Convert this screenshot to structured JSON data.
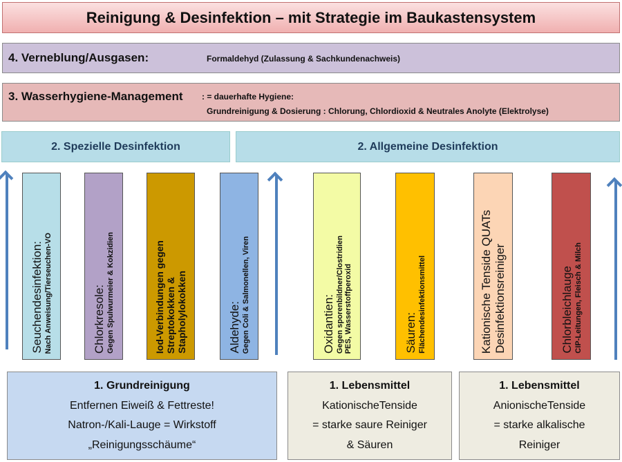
{
  "title": "Reinigung & Desinfektion – mit Strategie im Baukastensystem",
  "level4": {
    "label": "4. Verneblung/Ausgasen:",
    "text": "Formaldehyd (Zulassung & Sachkundenachweis)"
  },
  "level3": {
    "label": "3. Wasserhygiene-Management",
    "suffix": ": = dauerhafte Hygiene:",
    "text": "Grundreinigung & Dosierung : Chlorung, Chlordioxid & Neutrales Anolyte (Elektrolyse)"
  },
  "level2": {
    "special": "2. Spezielle Desinfektion",
    "general": "2. Allgemeine Desinfektion"
  },
  "columns": [
    {
      "title": "Seuchendesinfektion:",
      "lines": [
        "Nach Anweisung/Tierseuchen-VO"
      ],
      "color": "#b7dee8"
    },
    {
      "title": "Chlorkresole:",
      "lines": [
        "Gegen Spulwurmeier & Kokzidien"
      ],
      "color": "#b2a1c7"
    },
    {
      "title": "",
      "lines": [],
      "big": [
        "Iod-Verbindungen gegen",
        "Streptokokken &",
        "Stapholylokokken"
      ],
      "color": "#cc9900"
    },
    {
      "title": "Aldehyde:",
      "lines": [
        "Gegen Coli & Salmonellen, Viren"
      ],
      "color": "#8eb4e3"
    },
    {
      "title": "Oxidantien:",
      "lines": [
        "Gegen sporenbildner/Clostridien",
        "PES, Wasserstoffperoxid"
      ],
      "color": "#f3fba5"
    },
    {
      "title": "Säuren:",
      "lines": [
        "Flächendesinfektionsmittel"
      ],
      "color": "#ffc000"
    },
    {
      "title": "",
      "lines": [],
      "big": [
        "Kationische Tenside QUATs",
        "Desinfektionsreiniger"
      ],
      "color": "#fcd5b5"
    },
    {
      "title": "Chlorbleichlauge",
      "lines": [
        "CIP-Leitungen, Fleisch & Milch"
      ],
      "color": "#c0504d"
    }
  ],
  "bottom": [
    {
      "title": "1. Grundreinigung",
      "lines": [
        "Entfernen Eiweiß & Fettreste!",
        "Natron-/Kali-Lauge = Wirkstoff",
        "„Reinigungsschäume“"
      ],
      "color": "#c6d9f1"
    },
    {
      "title": "1. Lebensmittel",
      "lines": [
        "KationischeTenside",
        "= starke saure Reiniger",
        "& Säuren"
      ],
      "color": "#eeece1"
    },
    {
      "title": "1. Lebensmittel",
      "lines": [
        "AnionischeTenside",
        "= starke alkalische",
        "Reiniger"
      ],
      "color": "#eeece1"
    }
  ]
}
